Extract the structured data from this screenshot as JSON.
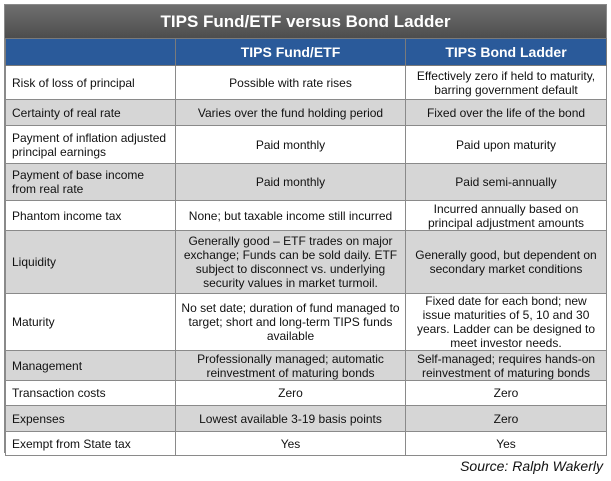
{
  "title": "TIPS Fund/ETF versus Bond Ladder",
  "columns": [
    "",
    "TIPS Fund/ETF",
    "TIPS Bond Ladder"
  ],
  "rows": [
    {
      "label": "Risk of loss of principal",
      "fund": "Possible with rate rises",
      "ladder": "Effectively zero if held to maturity, barring government default"
    },
    {
      "label": "Certainty of real rate",
      "fund": "Varies over the fund holding period",
      "ladder": "Fixed over the life of the bond"
    },
    {
      "label": "Payment of inflation adjusted principal earnings",
      "fund": "Paid monthly",
      "ladder": "Paid upon maturity"
    },
    {
      "label": "Payment of base income from real rate",
      "fund": "Paid monthly",
      "ladder": "Paid semi-annually"
    },
    {
      "label": "Phantom income tax",
      "fund": "None; but taxable income still incurred",
      "ladder": "Incurred annually based on principal adjustment amounts"
    },
    {
      "label": "Liquidity",
      "fund": "Generally good – ETF trades on major exchange; Funds can be sold daily. ETF subject to disconnect vs. underlying security values in market turmoil.",
      "ladder": "Generally good, but dependent on secondary market conditions"
    },
    {
      "label": "Maturity",
      "fund": "No set date; duration of fund managed to target; short and long-term TIPS funds available",
      "ladder": "Fixed date for each bond; new issue maturities of 5, 10 and 30 years. Ladder can be designed to meet investor needs."
    },
    {
      "label": "Management",
      "fund": "Professionally managed; automatic reinvestment of maturing bonds",
      "ladder": "Self-managed; requires hands-on reinvestment of maturing bonds"
    },
    {
      "label": "Transaction costs",
      "fund": "Zero",
      "ladder": "Zero"
    },
    {
      "label": "Expenses",
      "fund": "Lowest available 3-19 basis points",
      "ladder": "Zero"
    },
    {
      "label": "Exempt from State tax",
      "fund": "Yes",
      "ladder": "Yes"
    }
  ],
  "source": "Source: Ralph Wakerly",
  "colors": {
    "title_bg": "#5e5e5e",
    "header_bg": "#2a5a9a",
    "alt_row": "#d6d6d6"
  }
}
